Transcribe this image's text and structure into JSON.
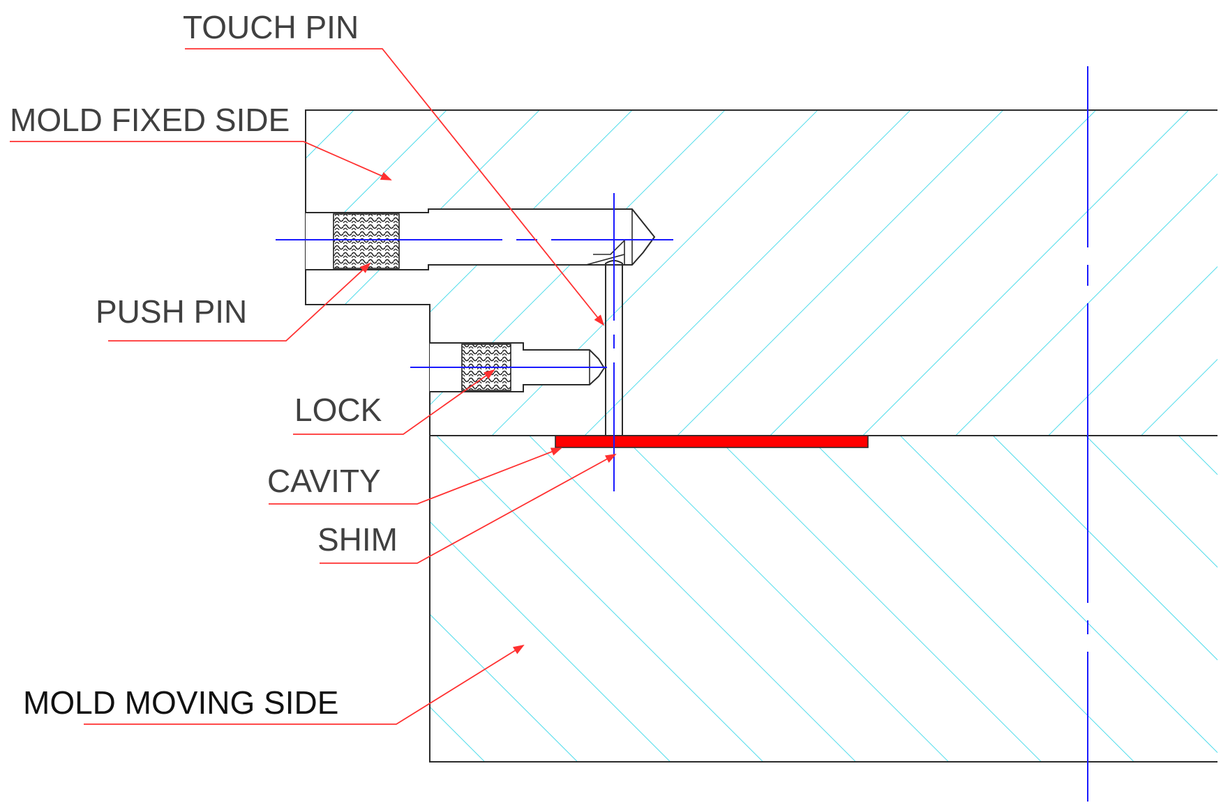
{
  "diagram": {
    "labels": {
      "touch_pin": "TOUCH PIN",
      "mold_fixed_side": "MOLD FIXED SIDE",
      "push_pin": "PUSH PIN",
      "lock": "LOCK",
      "cavity": "CAVITY",
      "shim": "SHIM",
      "mold_moving_side": "MOLD MOVING SIDE"
    },
    "colors": {
      "hatch": "#22d3e6",
      "leader": "#ff3030",
      "centerline": "#1a1aff",
      "cavity_fill": "#ff0000",
      "outline": "#2a2a2a",
      "thread": "#222222"
    }
  }
}
